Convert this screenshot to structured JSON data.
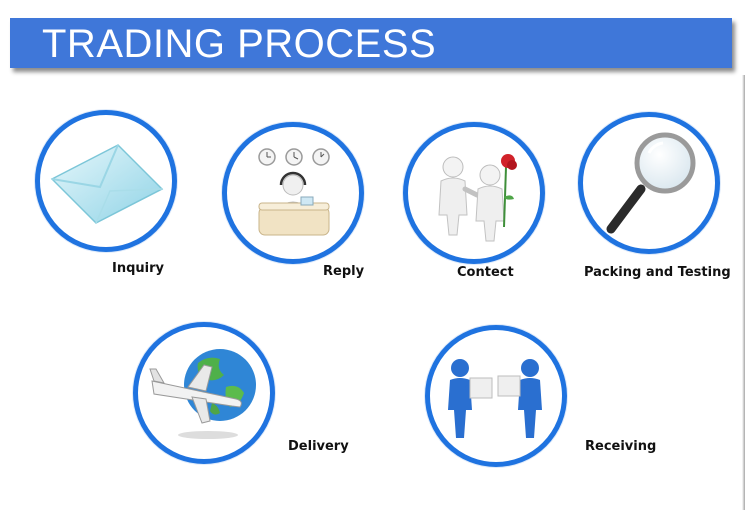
{
  "header": {
    "title": "TRADING PROCESS"
  },
  "colors": {
    "banner": "#3f77d9",
    "ring": "#1f73e0"
  },
  "steps": [
    {
      "label": "Inquiry",
      "icon": "envelope-icon"
    },
    {
      "label": "Reply",
      "icon": "customer-service-desk-icon"
    },
    {
      "label": "Contect",
      "icon": "two-figures-with-rose-icon"
    },
    {
      "label": "Packing and Testing",
      "icon": "magnifying-glass-icon"
    },
    {
      "label": "Delivery",
      "icon": "airplane-globe-icon"
    },
    {
      "label": "Receiving",
      "icon": "figures-handing-box-icon"
    }
  ]
}
